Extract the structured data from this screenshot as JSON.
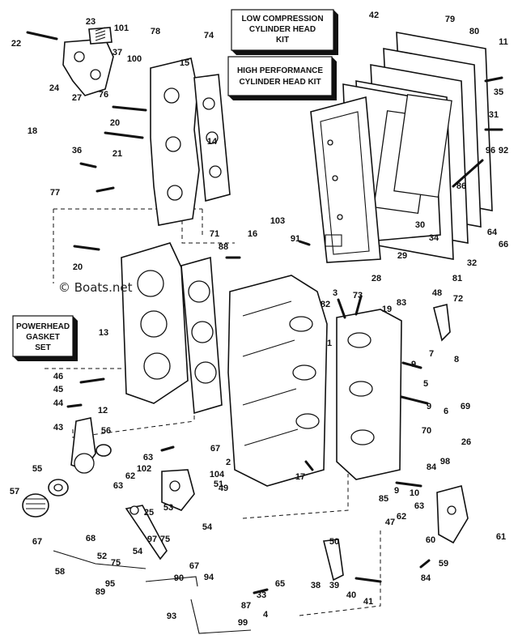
{
  "kits": [
    {
      "id": "107",
      "lines": [
        "LOW COMPRESSION",
        "CYLINDER HEAD",
        "KIT"
      ]
    },
    {
      "id": "106",
      "lines": [
        "HIGH PERFORMANCE",
        "CYLINDER HEAD KIT"
      ]
    },
    {
      "id": "105",
      "lines": [
        "POWERHEAD",
        "GASKET",
        "SET"
      ]
    }
  ],
  "watermark": "© Boats.net",
  "callouts": [
    {
      "label": "22"
    },
    {
      "label": "23"
    },
    {
      "label": "101"
    },
    {
      "label": "78"
    },
    {
      "label": "74"
    },
    {
      "label": "37"
    },
    {
      "label": "100"
    },
    {
      "label": "15"
    },
    {
      "label": "24"
    },
    {
      "label": "27"
    },
    {
      "label": "76"
    },
    {
      "label": "20"
    },
    {
      "label": "18"
    },
    {
      "label": "14"
    },
    {
      "label": "36"
    },
    {
      "label": "21"
    },
    {
      "label": "77"
    },
    {
      "label": "42"
    },
    {
      "label": "79"
    },
    {
      "label": "80"
    },
    {
      "label": "11"
    },
    {
      "label": "35"
    },
    {
      "label": "31"
    },
    {
      "label": "96"
    },
    {
      "label": "92"
    },
    {
      "label": "86"
    },
    {
      "label": "30"
    },
    {
      "label": "34"
    },
    {
      "label": "29"
    },
    {
      "label": "28"
    },
    {
      "label": "64"
    },
    {
      "label": "66"
    },
    {
      "label": "32"
    },
    {
      "label": "81"
    },
    {
      "label": "71"
    },
    {
      "label": "88"
    },
    {
      "label": "16"
    },
    {
      "label": "103"
    },
    {
      "label": "91"
    },
    {
      "label": "20"
    },
    {
      "label": "13"
    },
    {
      "label": "3"
    },
    {
      "label": "73"
    },
    {
      "label": "82"
    },
    {
      "label": "19"
    },
    {
      "label": "83"
    },
    {
      "label": "48"
    },
    {
      "label": "72"
    },
    {
      "label": "1"
    },
    {
      "label": "7"
    },
    {
      "label": "9"
    },
    {
      "label": "8"
    },
    {
      "label": "5"
    },
    {
      "label": "46"
    },
    {
      "label": "45"
    },
    {
      "label": "44"
    },
    {
      "label": "12"
    },
    {
      "label": "43"
    },
    {
      "label": "56"
    },
    {
      "label": "6"
    },
    {
      "label": "9"
    },
    {
      "label": "69"
    },
    {
      "label": "70"
    },
    {
      "label": "26"
    },
    {
      "label": "98"
    },
    {
      "label": "84"
    },
    {
      "label": "67"
    },
    {
      "label": "63"
    },
    {
      "label": "102"
    },
    {
      "label": "62"
    },
    {
      "label": "63"
    },
    {
      "label": "51"
    },
    {
      "label": "55"
    },
    {
      "label": "2"
    },
    {
      "label": "104"
    },
    {
      "label": "49"
    },
    {
      "label": "17"
    },
    {
      "label": "9"
    },
    {
      "label": "10"
    },
    {
      "label": "85"
    },
    {
      "label": "57"
    },
    {
      "label": "53"
    },
    {
      "label": "25"
    },
    {
      "label": "54"
    },
    {
      "label": "97"
    },
    {
      "label": "68"
    },
    {
      "label": "75"
    },
    {
      "label": "67"
    },
    {
      "label": "52"
    },
    {
      "label": "54"
    },
    {
      "label": "75"
    },
    {
      "label": "58"
    },
    {
      "label": "67"
    },
    {
      "label": "90"
    },
    {
      "label": "94"
    },
    {
      "label": "95"
    },
    {
      "label": "89"
    },
    {
      "label": "93"
    },
    {
      "label": "4"
    },
    {
      "label": "50"
    },
    {
      "label": "62"
    },
    {
      "label": "63"
    },
    {
      "label": "47"
    },
    {
      "label": "60"
    },
    {
      "label": "61"
    },
    {
      "label": "59"
    },
    {
      "label": "84"
    },
    {
      "label": "65"
    },
    {
      "label": "33"
    },
    {
      "label": "87"
    },
    {
      "label": "99"
    },
    {
      "label": "38"
    },
    {
      "label": "39"
    },
    {
      "label": "40"
    },
    {
      "label": "41"
    }
  ]
}
